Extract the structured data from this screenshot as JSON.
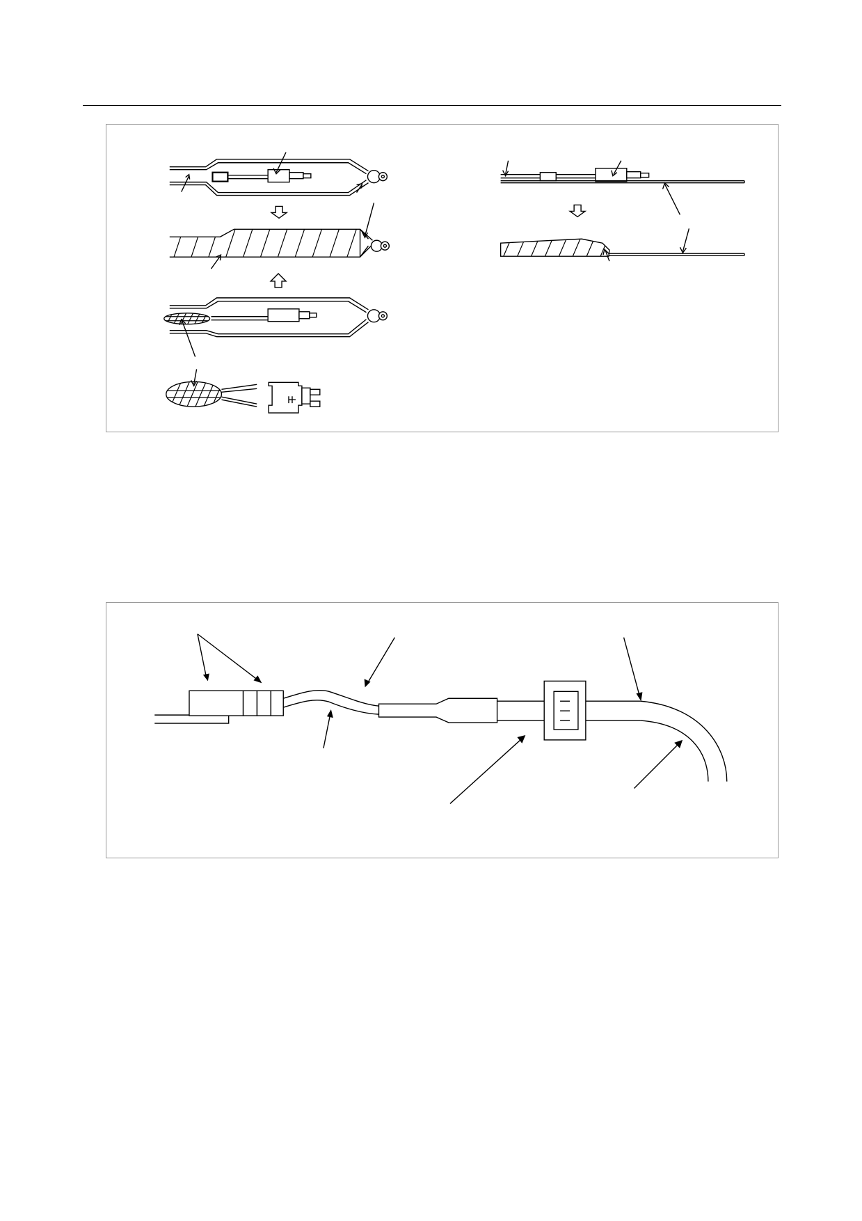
{
  "page": {
    "header_rule": true
  },
  "figure_1": {
    "left_panel": {
      "steps": [
        "harness-with-connector",
        "tape-wrapped-harness",
        "harness-with-taped-end",
        "connector-with-taped-loop"
      ],
      "arrows": [
        "down",
        "up"
      ]
    },
    "right_panel": {
      "steps": [
        "straight-harness-with-connector",
        "tape-wrapped-straight-harness"
      ],
      "arrows": [
        "down"
      ]
    }
  },
  "figure_2": {
    "parts": [
      "connector-block",
      "wire",
      "sleeve",
      "clamp",
      "curved-cable"
    ]
  },
  "colors": {
    "line": "#000000",
    "frame_border": "#9a9a9a",
    "background": "#ffffff"
  }
}
